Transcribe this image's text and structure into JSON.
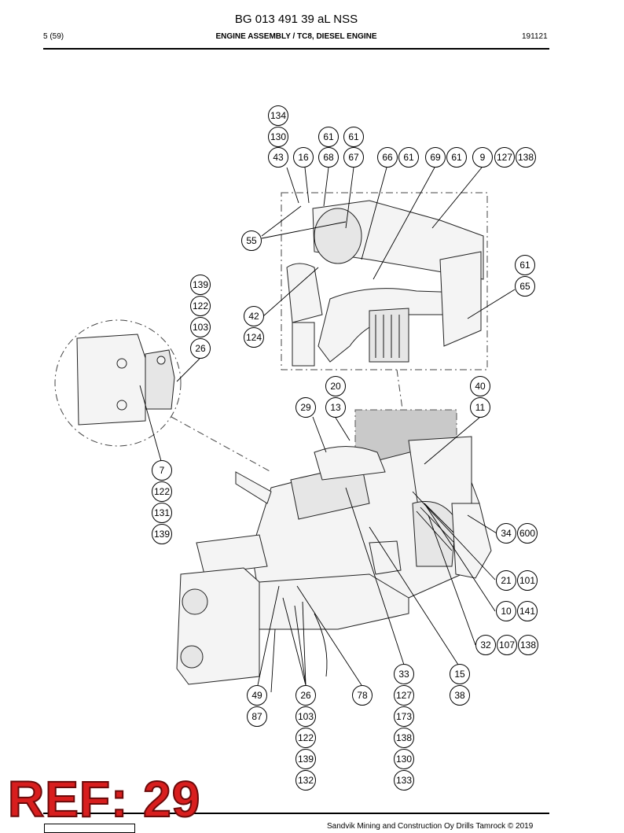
{
  "header": {
    "doc_title": "BG 013 491 39 aL NSS",
    "page": "5 (59)",
    "section": "ENGINE ASSEMBLY / TC8, DIESEL ENGINE",
    "date": "191121"
  },
  "footer": {
    "text": "Sandvik Mining and Construction Oy Drills Tamrock © 2019"
  },
  "stamp": {
    "text": "REF: 29",
    "color": "#d81e1e"
  },
  "callouts": [
    "134",
    "130",
    "43",
    "16",
    "61",
    "68",
    "61",
    "67",
    "66",
    "61",
    "69",
    "61",
    "9",
    "127",
    "138",
    "55",
    "61",
    "65",
    "139",
    "122",
    "103",
    "26",
    "42",
    "124",
    "20",
    "13",
    "29",
    "40",
    "11",
    "7",
    "122",
    "131",
    "139",
    "34",
    "600",
    "21",
    "101",
    "10",
    "141",
    "32",
    "107",
    "138",
    "33",
    "127",
    "173",
    "138",
    "130",
    "133",
    "15",
    "38",
    "49",
    "87",
    "26",
    "103",
    "122",
    "139",
    "132",
    "78"
  ]
}
